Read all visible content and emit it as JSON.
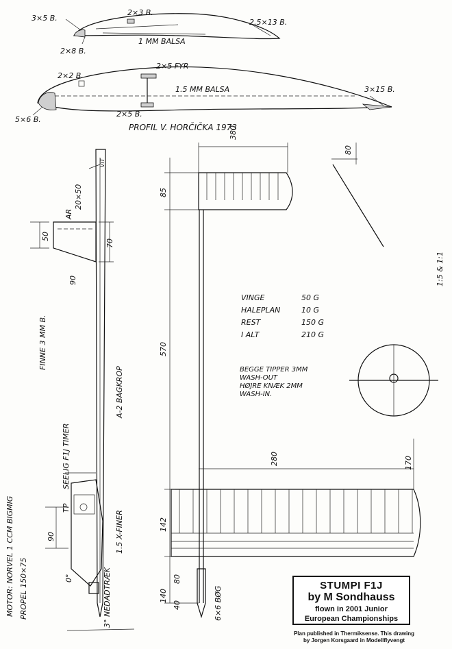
{
  "profile_top": {
    "spar_le": "3×5 B.",
    "spar_top": "2×3 B.",
    "te": "2.5×13 B.",
    "le_bottom": "2×8 B.",
    "sheet": "1 MM BALSA"
  },
  "profile_bottom": {
    "spar_le": "2×2 B.",
    "spar_box": "2×5 FYR",
    "te": "3×15 B.",
    "le": "5×6 B.",
    "spar_bottom": "2×5 B.",
    "sheet": "1.5 MM BALSA",
    "caption": "PROFIL V. HORČIČKA 1973"
  },
  "dimensions": {
    "tail_span": "380",
    "tail_chord": "85",
    "fuselage": "570",
    "wing_span": "280",
    "wing_chord": "142",
    "wing_offset": "170",
    "nose_a": "80",
    "nose_b": "40",
    "nose_total": "140",
    "fin_top": "50",
    "fin_height": "70",
    "fin_base": "90",
    "fin_section": "20×50",
    "dihedral": "80",
    "timer_height": "90",
    "vit": "VIT"
  },
  "labels": {
    "fin": "FINNE 3 MM B.",
    "fin_ar": "AR",
    "boom": "A-2 BAGKROP",
    "timer": "SEELIG F1J TIMER",
    "fins": "1.5 X-FINER",
    "dt": "3° NEDADTRÆK",
    "motor": "MOTOR: NORVEL 1 CCM BIGMIG",
    "prop": "PROPEL 150×75",
    "tp": "TP",
    "downthrust": "0°",
    "bog": "6×6 BØG",
    "scale": "1:5 & 1:1"
  },
  "weights": [
    {
      "name": "VINGE",
      "value": "50 G"
    },
    {
      "name": "HALEPLAN",
      "value": "10 G"
    },
    {
      "name": "REST",
      "value": "150 G"
    },
    {
      "name": "I ALT",
      "value": "210 G"
    }
  ],
  "notes": [
    "BEGGE TIPPER 3MM",
    "WASH-OUT",
    "HØJRE KNÆK 2MM",
    "WASH-IN."
  ],
  "title": {
    "line1": "STUMPI F1J",
    "line2": "by M Sondhauss",
    "line3": "flown in 2001 Junior",
    "line4": "European Championships"
  },
  "credit": {
    "line1": "Plan published in Thermiksense. This drawing",
    "line2": "by Jorgen Korsgaard in Modellflyvengt"
  }
}
